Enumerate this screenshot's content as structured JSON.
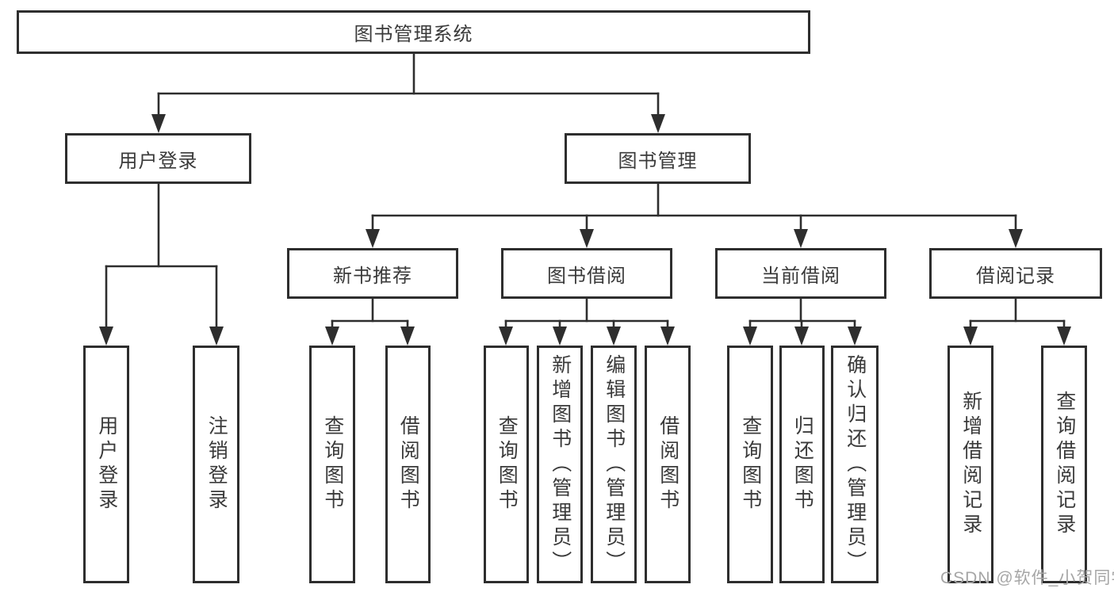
{
  "watermark": "CSDN @软件_小贺同学",
  "tree": {
    "root": {
      "label": "图书管理系统",
      "children": [
        {
          "label": "用户登录",
          "children": [
            {
              "label": "用户登录"
            },
            {
              "label": "注销登录"
            }
          ]
        },
        {
          "label": "图书管理",
          "children": [
            {
              "label": "新书推荐",
              "children": [
                {
                  "label": "查询图书"
                },
                {
                  "label": "借阅图书"
                }
              ]
            },
            {
              "label": "图书借阅",
              "children": [
                {
                  "label": "查询图书"
                },
                {
                  "label": "新增图书（管理员）"
                },
                {
                  "label": "编辑图书（管理员）"
                },
                {
                  "label": "借阅图书"
                }
              ]
            },
            {
              "label": "当前借阅",
              "children": [
                {
                  "label": "查询图书"
                },
                {
                  "label": "归还图书"
                },
                {
                  "label": "确认归还（管理员）"
                }
              ]
            },
            {
              "label": "借阅记录",
              "children": [
                {
                  "label": "新增借阅记录"
                },
                {
                  "label": "查询借阅记录"
                }
              ]
            }
          ]
        }
      ]
    }
  }
}
